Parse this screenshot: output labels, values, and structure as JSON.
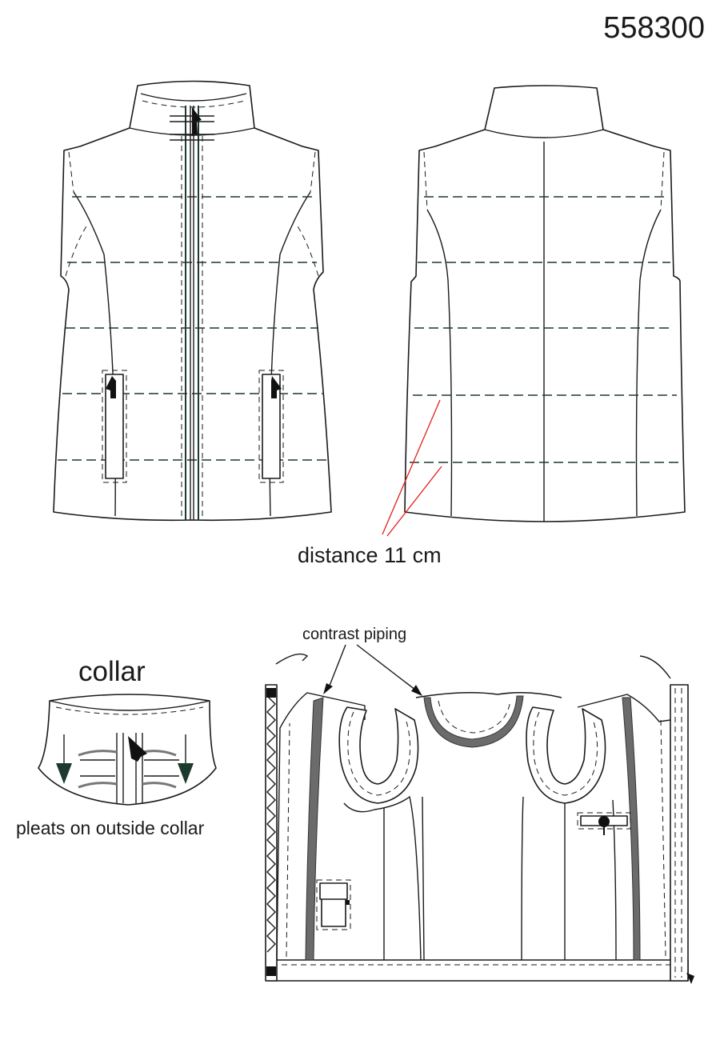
{
  "style_number": "558300",
  "annotations": {
    "distance": "distance 11 cm",
    "contrast_piping": "contrast piping"
  },
  "collar_detail": {
    "title": "collar",
    "note": "pleats on outside collar"
  },
  "colors": {
    "outline": "#1a1a1a",
    "zipper": "#1e3a2c",
    "quilt_lines": "#1e3a2c",
    "piping": "#6b6b6b",
    "measure_lines": "#e0201c"
  }
}
